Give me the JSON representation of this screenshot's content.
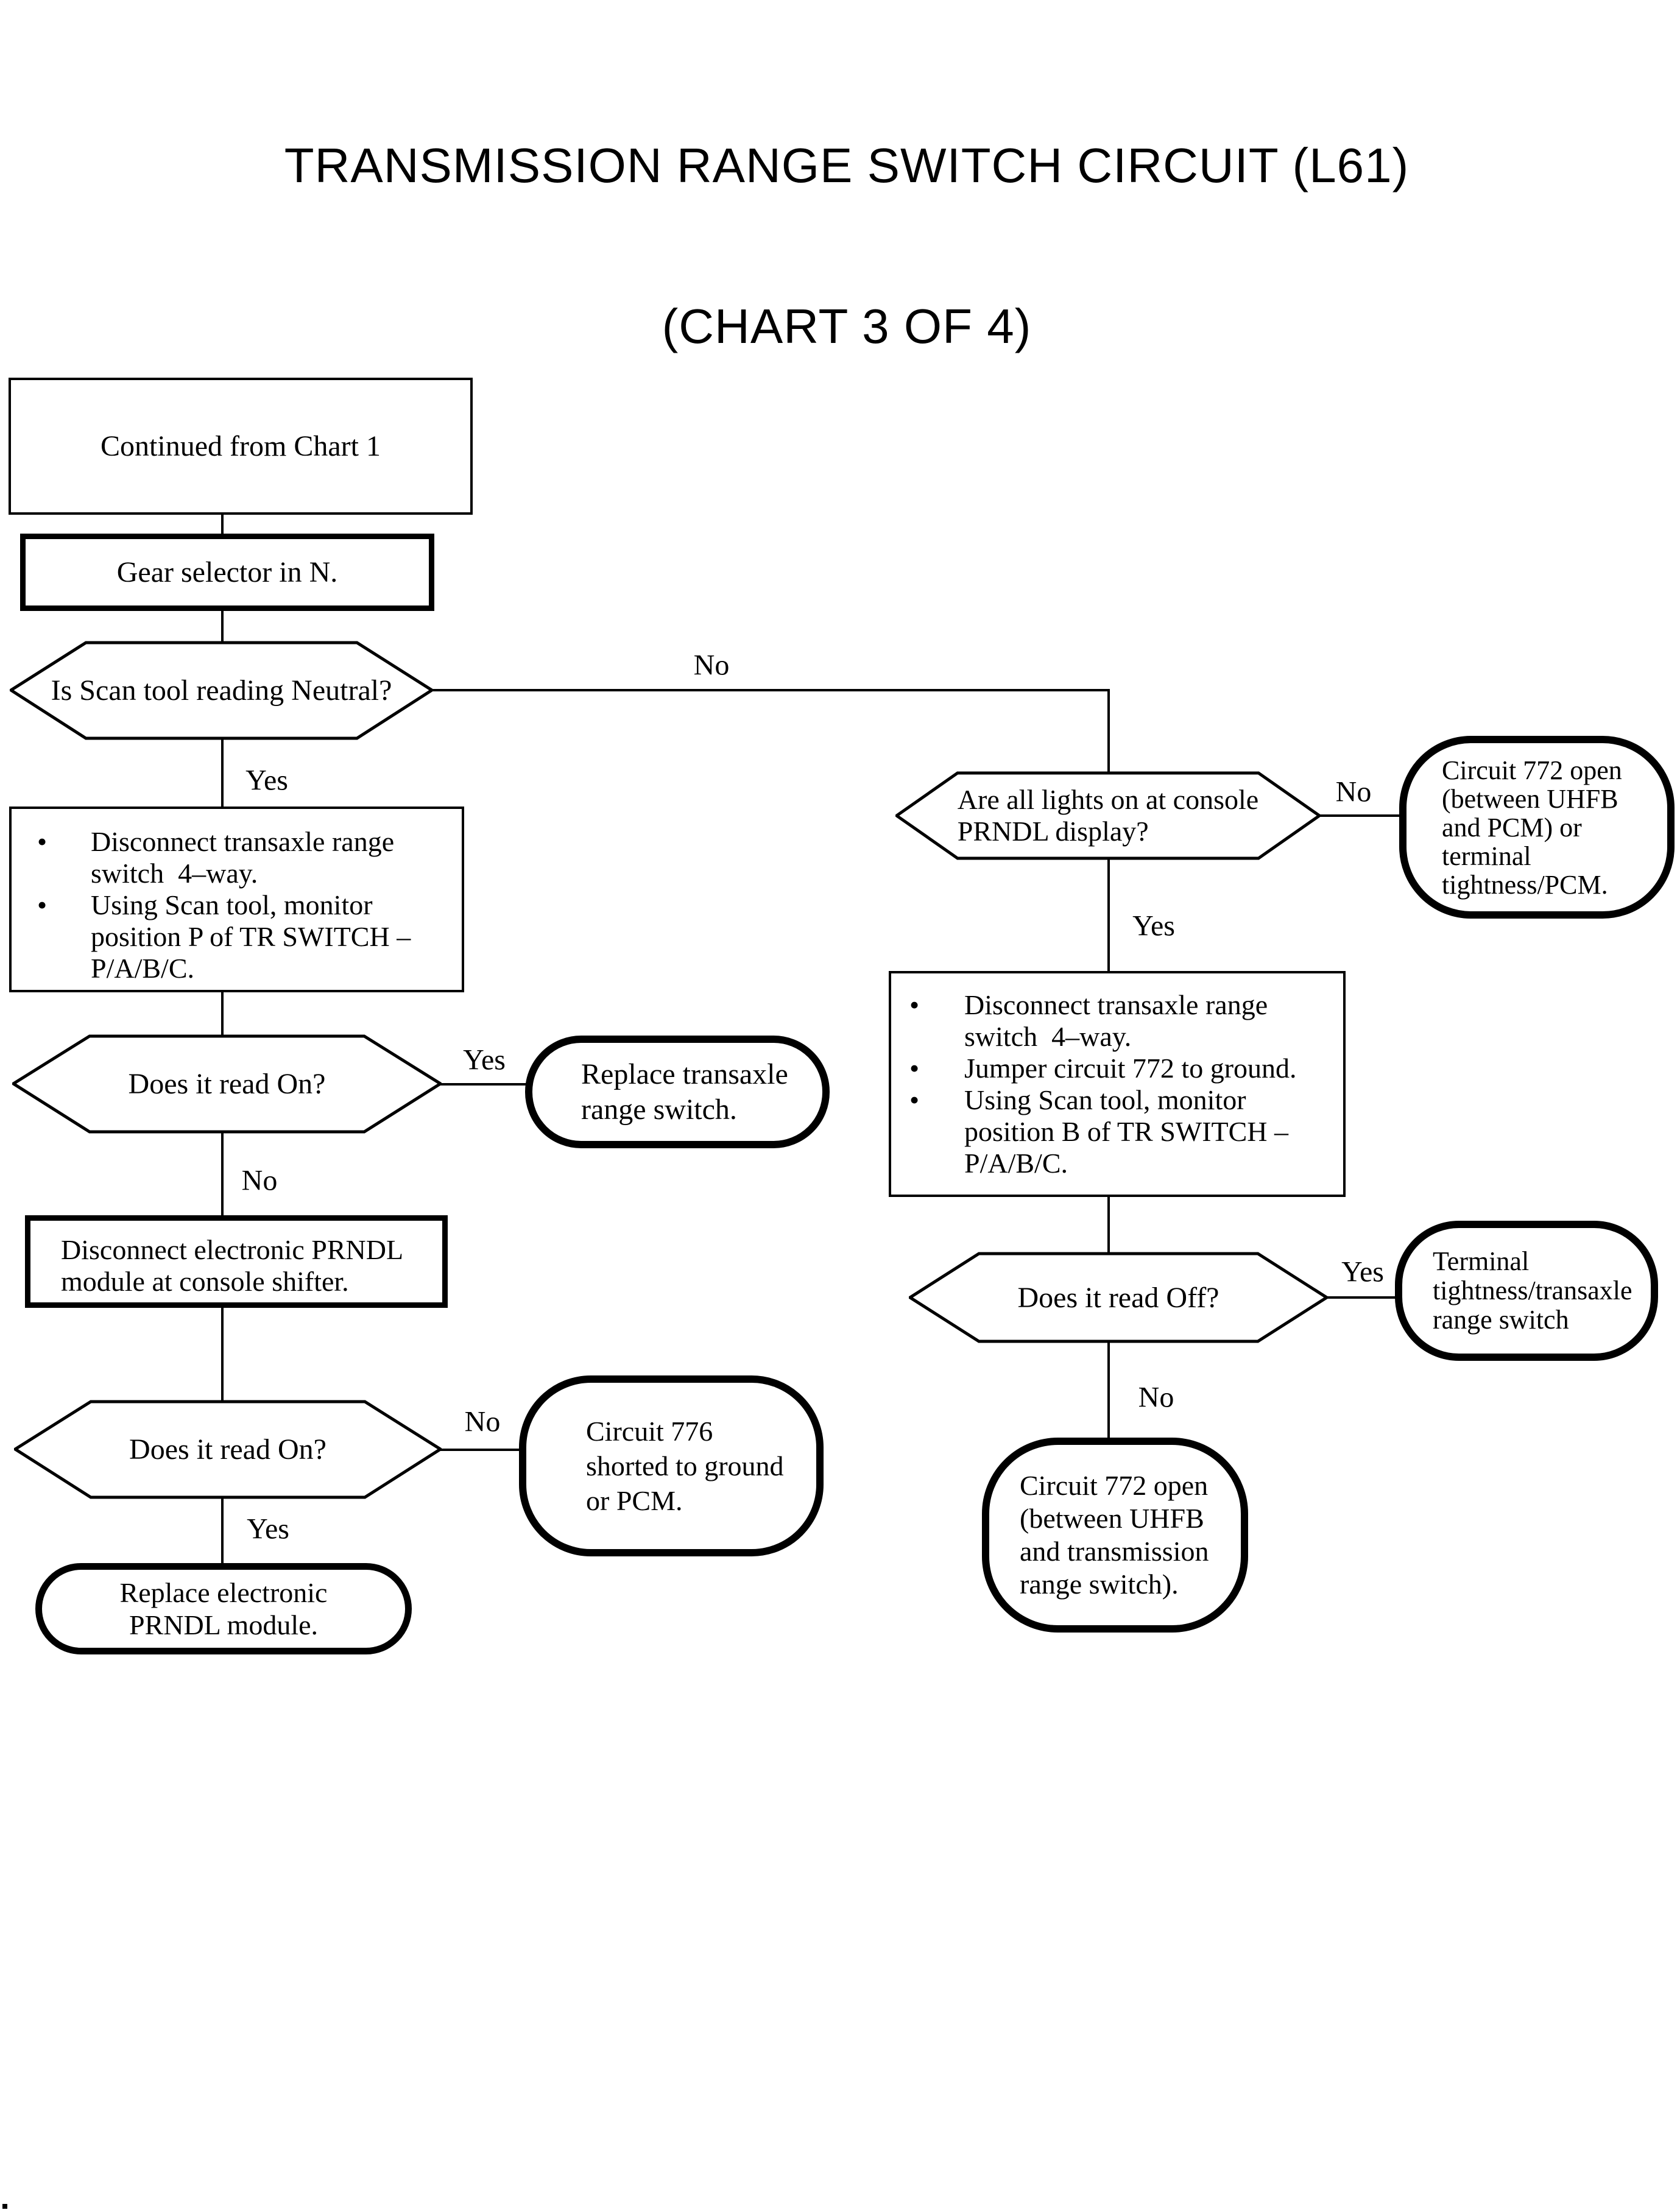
{
  "title": {
    "line1": "TRANSMISSION RANGE SWITCH CIRCUIT (L61)",
    "line2": "(CHART 3 OF 4)"
  },
  "labels": {
    "yes": "Yes",
    "no": "No"
  },
  "bullet": "•",
  "nodes": {
    "continued_from": {
      "text": "Continued from Chart 1"
    },
    "gear_selector": {
      "text": "Gear selector in N."
    },
    "scan_reading_neutral": {
      "text": "Is Scan tool reading Neutral?"
    },
    "disconnect_monitor_p": {
      "item1_line1": "Disconnect transaxle range",
      "item1_line2": "switch  4–way.",
      "item2_line1": "Using Scan tool, monitor",
      "item2_line2": "position P of TR SWITCH –",
      "item2_line3": "P/A/B/C."
    },
    "does_it_read_on_1": {
      "text": "Does it read On?"
    },
    "replace_transaxle_switch": {
      "line1": "Replace transaxle",
      "line2": "range switch."
    },
    "disconnect_prndl_module": {
      "line1": "Disconnect electronic PRNDL",
      "line2": "module at console shifter."
    },
    "does_it_read_on_2": {
      "text": "Does it read On?"
    },
    "circuit_776_shorted": {
      "line1": "Circuit 776",
      "line2": "shorted to ground",
      "line3": "or PCM."
    },
    "replace_prndl_module": {
      "line1": "Replace electronic",
      "line2": "PRNDL module."
    },
    "lights_on_console": {
      "line1": "Are all lights on at console",
      "line2": "PRNDL display?"
    },
    "circuit_772_open_pcm": {
      "line1": "Circuit 772 open",
      "line2": "(between UHFB",
      "line3": "and PCM) or",
      "line4": "terminal",
      "line5": "tightness/PCM."
    },
    "disconnect_monitor_b": {
      "item1_line1": "Disconnect transaxle range",
      "item1_line2": "switch  4–way.",
      "item2_line1": "Jumper circuit 772 to ground.",
      "item3_line1": "Using Scan tool, monitor",
      "item3_line2": "position B of TR SWITCH –",
      "item3_line3": "P/A/B/C."
    },
    "does_it_read_off": {
      "text": "Does it read Off?"
    },
    "terminal_tightness": {
      "line1": "Terminal",
      "line2": "tightness/transaxle",
      "line3": "range switch"
    },
    "circuit_772_open_trs": {
      "line1": "Circuit 772 open",
      "line2": "(between UHFB",
      "line3": "and transmission",
      "line4": "range switch)."
    }
  },
  "colors": {
    "line": "#000000",
    "background": "#ffffff"
  }
}
